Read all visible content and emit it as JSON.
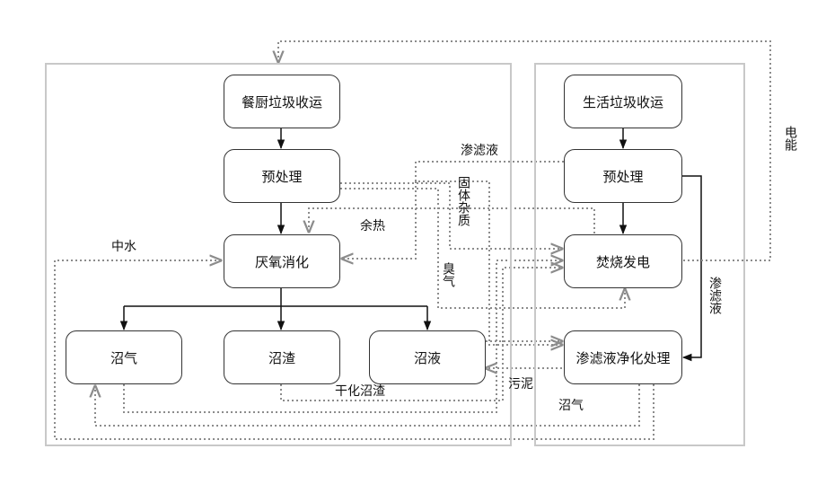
{
  "nodes": {
    "kitchen_waste_collection": "餐厨垃圾收运",
    "kitchen_pretreatment": "预处理",
    "anaerobic_digestion": "厌氧消化",
    "biogas": "沼气",
    "digestate_residue": "沼渣",
    "digestate_liquid": "沼液",
    "domestic_waste_collection": "生活垃圾收运",
    "domestic_pretreatment": "预处理",
    "incineration_power": "焚烧发电",
    "leachate_treatment": "渗滤液净化处理"
  },
  "labels": {
    "electricity": "电能",
    "leachate_top": "渗滤液",
    "solid_impurities": "固体杂质",
    "waste_heat": "余热",
    "reclaimed_water": "中水",
    "odor_gas": "臭气",
    "leachate_right": "渗滤液",
    "dried_residue": "干化沼渣",
    "sludge": "污泥",
    "biogas_bottom": "沼气"
  },
  "colors": {
    "solid_line": "#111111",
    "dotted_line": "#8c8c8c",
    "frame": "#c8c8c8"
  }
}
